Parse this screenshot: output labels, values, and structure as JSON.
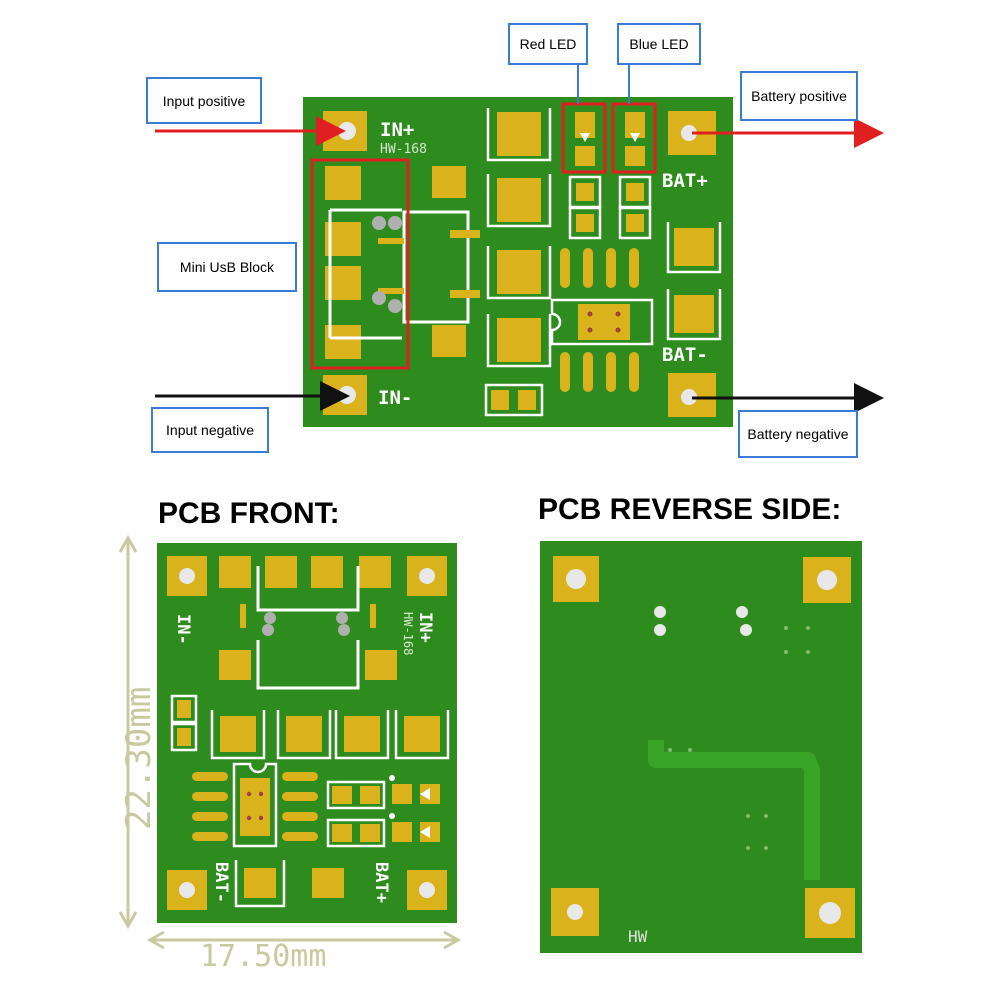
{
  "callouts": {
    "red_led": "Red LED",
    "blue_led": "Blue LED",
    "input_positive": "Input positive",
    "battery_positive": "Battery positive",
    "mini_usb_block": "Mini UsB Block",
    "input_negative": "Input negative",
    "battery_negative": "Battery negative"
  },
  "top_board": {
    "in_plus": "IN+",
    "model": "HW-168",
    "bat_plus": "BAT+",
    "bat_minus": "BAT-",
    "in_minus": "IN-"
  },
  "headings": {
    "front": "PCB FRONT:",
    "reverse": "PCB REVERSE SIDE:"
  },
  "front_board": {
    "in_minus": "IN-",
    "in_plus": "IN+",
    "model": "HW-168",
    "bat_minus": "BAT-",
    "bat_plus": "BAT+",
    "height_dim": "22.30mm",
    "width_dim": "17.50mm"
  },
  "reverse_board": {
    "mark": "HW"
  },
  "colors": {
    "pcb_green": "#2e8b1e",
    "pad_gold": "#d9b21c",
    "callout_border": "#3a7bd5",
    "highlight_red": "#e02020"
  }
}
